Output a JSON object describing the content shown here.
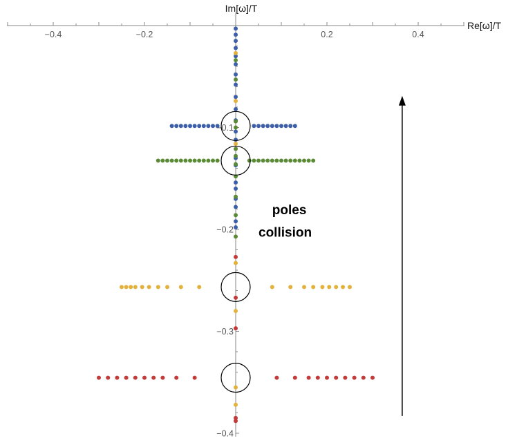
{
  "chart_data": {
    "type": "scatter",
    "title": "",
    "xlabel": "Re[ω]/T",
    "ylabel": "Im[ω]/T",
    "xlim": [
      -0.5,
      0.5
    ],
    "ylim": [
      -0.4,
      0.0
    ],
    "x_ticks": [
      {
        "value": -0.4,
        "label": "−0.4"
      },
      {
        "value": -0.2,
        "label": "−0.2"
      },
      {
        "value": 0.2,
        "label": "0.2"
      },
      {
        "value": 0.4,
        "label": "0.4"
      }
    ],
    "y_ticks": [
      {
        "value": -0.1,
        "label": "−0.1"
      },
      {
        "value": -0.2,
        "label": "−0.2"
      },
      {
        "value": -0.3,
        "label": "−0.3"
      },
      {
        "value": -0.4,
        "label": "−0.4"
      }
    ],
    "grid": false,
    "legend": "none",
    "series": [
      {
        "color": "#3d5fa8",
        "points": [
          [
            -0.14,
            -0.0985
          ],
          [
            -0.13,
            -0.0985
          ],
          [
            -0.12,
            -0.0985
          ],
          [
            -0.11,
            -0.0985
          ],
          [
            -0.1,
            -0.0985
          ],
          [
            -0.09,
            -0.0985
          ],
          [
            -0.08,
            -0.0985
          ],
          [
            -0.07,
            -0.0985
          ],
          [
            -0.06,
            -0.0985
          ],
          [
            -0.05,
            -0.0985
          ],
          [
            -0.04,
            -0.0985
          ],
          [
            0.04,
            -0.0985
          ],
          [
            0.05,
            -0.0985
          ],
          [
            0.06,
            -0.0985
          ],
          [
            0.07,
            -0.0985
          ],
          [
            0.08,
            -0.0985
          ],
          [
            0.09,
            -0.0985
          ],
          [
            0.1,
            -0.0985
          ],
          [
            0.11,
            -0.0985
          ],
          [
            0.12,
            -0.0985
          ],
          [
            0.13,
            -0.0985
          ],
          [
            0,
            -0.003
          ],
          [
            0,
            -0.009
          ],
          [
            0,
            -0.015
          ],
          [
            0,
            -0.022
          ],
          [
            0,
            -0.03
          ],
          [
            0,
            -0.038
          ],
          [
            0,
            -0.048
          ],
          [
            0,
            -0.058
          ],
          [
            0,
            -0.07
          ],
          [
            0,
            -0.082
          ],
          [
            0,
            -0.093
          ],
          [
            0,
            -0.104
          ],
          [
            0,
            -0.112
          ],
          [
            0,
            -0.13
          ],
          [
            0,
            -0.137
          ],
          [
            0,
            -0.154
          ],
          [
            0,
            -0.16
          ],
          [
            0,
            -0.17
          ],
          [
            0,
            -0.178
          ],
          [
            0,
            -0.192
          ],
          [
            0,
            -0.198
          ]
        ]
      },
      {
        "color": "#5a8a36",
        "points": [
          [
            -0.17,
            -0.1325
          ],
          [
            -0.16,
            -0.1325
          ],
          [
            -0.15,
            -0.1325
          ],
          [
            -0.14,
            -0.1325
          ],
          [
            -0.13,
            -0.1325
          ],
          [
            -0.12,
            -0.1325
          ],
          [
            -0.11,
            -0.1325
          ],
          [
            -0.1,
            -0.1325
          ],
          [
            -0.09,
            -0.1325
          ],
          [
            -0.08,
            -0.1325
          ],
          [
            -0.07,
            -0.1325
          ],
          [
            -0.06,
            -0.1325
          ],
          [
            -0.05,
            -0.1325
          ],
          [
            -0.04,
            -0.1325
          ],
          [
            0.03,
            -0.1325
          ],
          [
            0.04,
            -0.1325
          ],
          [
            0.05,
            -0.1325
          ],
          [
            0.06,
            -0.1325
          ],
          [
            0.07,
            -0.1325
          ],
          [
            0.08,
            -0.1325
          ],
          [
            0.09,
            -0.1325
          ],
          [
            0.1,
            -0.1325
          ],
          [
            0.11,
            -0.1325
          ],
          [
            0.12,
            -0.1325
          ],
          [
            0.13,
            -0.1325
          ],
          [
            0.14,
            -0.1325
          ],
          [
            0.15,
            -0.1325
          ],
          [
            0.16,
            -0.1325
          ],
          [
            0.17,
            -0.1325
          ],
          [
            0,
            -0.034
          ],
          [
            0,
            -0.053
          ],
          [
            0,
            -0.094
          ],
          [
            0,
            -0.1
          ],
          [
            0,
            -0.121
          ],
          [
            0,
            -0.128
          ],
          [
            0,
            -0.136
          ],
          [
            0,
            -0.148
          ],
          [
            0,
            -0.168
          ],
          [
            0,
            -0.186
          ],
          [
            0,
            -0.207
          ]
        ]
      },
      {
        "color": "#e3b23c",
        "points": [
          [
            -0.25,
            -0.2565
          ],
          [
            -0.24,
            -0.2565
          ],
          [
            -0.23,
            -0.2565
          ],
          [
            -0.22,
            -0.2565
          ],
          [
            -0.205,
            -0.2565
          ],
          [
            -0.19,
            -0.2565
          ],
          [
            -0.17,
            -0.2565
          ],
          [
            -0.15,
            -0.2565
          ],
          [
            -0.12,
            -0.2565
          ],
          [
            -0.08,
            -0.2565
          ],
          [
            0.08,
            -0.2565
          ],
          [
            0.12,
            -0.2565
          ],
          [
            0.15,
            -0.2565
          ],
          [
            0.17,
            -0.2565
          ],
          [
            0.19,
            -0.2565
          ],
          [
            0.205,
            -0.2565
          ],
          [
            0.22,
            -0.2565
          ],
          [
            0.235,
            -0.2565
          ],
          [
            0.25,
            -0.2565
          ],
          [
            0,
            -0.027
          ],
          [
            0,
            -0.074
          ],
          [
            0,
            -0.116
          ],
          [
            0,
            -0.233
          ],
          [
            0,
            -0.28
          ],
          [
            0,
            -0.355
          ],
          [
            0,
            -0.372
          ]
        ]
      },
      {
        "color": "#c23b3b",
        "points": [
          [
            -0.3,
            -0.3455
          ],
          [
            -0.28,
            -0.3455
          ],
          [
            -0.26,
            -0.3455
          ],
          [
            -0.24,
            -0.3455
          ],
          [
            -0.22,
            -0.3455
          ],
          [
            -0.2,
            -0.3455
          ],
          [
            -0.18,
            -0.3455
          ],
          [
            -0.16,
            -0.3455
          ],
          [
            -0.13,
            -0.3455
          ],
          [
            -0.09,
            -0.3455
          ],
          [
            0.09,
            -0.3455
          ],
          [
            0.13,
            -0.3455
          ],
          [
            0.16,
            -0.3455
          ],
          [
            0.18,
            -0.3455
          ],
          [
            0.2,
            -0.3455
          ],
          [
            0.22,
            -0.3455
          ],
          [
            0.24,
            -0.3455
          ],
          [
            0.26,
            -0.3455
          ],
          [
            0.28,
            -0.3455
          ],
          [
            0.3,
            -0.3455
          ],
          [
            0,
            -0.227
          ],
          [
            0,
            -0.267
          ],
          [
            0,
            -0.297
          ],
          [
            0,
            -0.385
          ],
          [
            0,
            -0.388
          ]
        ]
      }
    ],
    "circles": [
      {
        "x": 0,
        "y": -0.0985
      },
      {
        "x": 0,
        "y": -0.1325
      },
      {
        "x": 0,
        "y": -0.2565
      },
      {
        "x": 0,
        "y": -0.3455
      }
    ],
    "annotations": [
      {
        "text": "poles",
        "x": 0.08,
        "y": -0.185
      },
      {
        "text": "collision",
        "x": 0.05,
        "y": -0.207
      }
    ],
    "arrow": {
      "x": 0.365,
      "from_y": -0.383,
      "to_y": -0.069
    }
  }
}
